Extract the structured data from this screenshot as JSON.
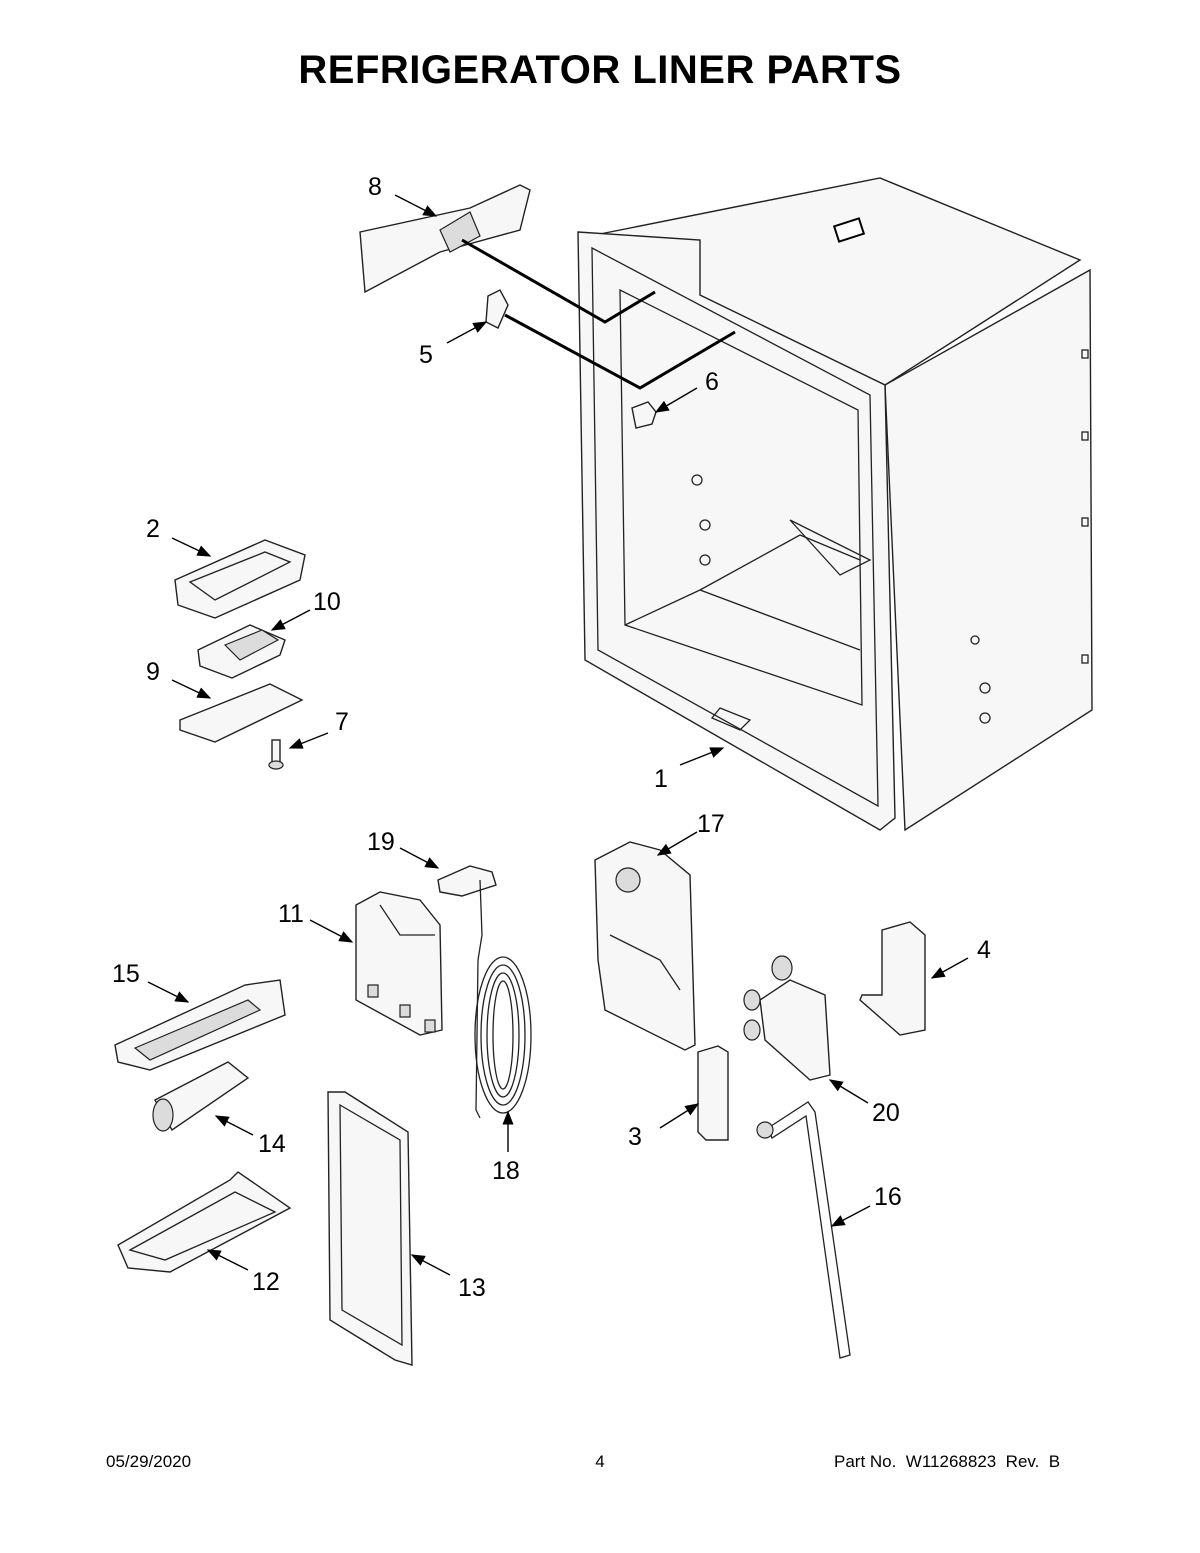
{
  "title": "REFRIGERATOR LINER PARTS",
  "footer": {
    "date": "05/29/2020",
    "page_number": "4",
    "part_number": "Part No.  W11268823  Rev.  B"
  },
  "callouts": {
    "c1": "1",
    "c2": "2",
    "c3": "3",
    "c4": "4",
    "c5": "5",
    "c6": "6",
    "c7": "7",
    "c8": "8",
    "c9": "9",
    "c10": "10",
    "c11": "11",
    "c12": "12",
    "c13": "13",
    "c14": "14",
    "c15": "15",
    "c16": "16",
    "c17": "17",
    "c18": "18",
    "c19": "19",
    "c20": "20"
  }
}
